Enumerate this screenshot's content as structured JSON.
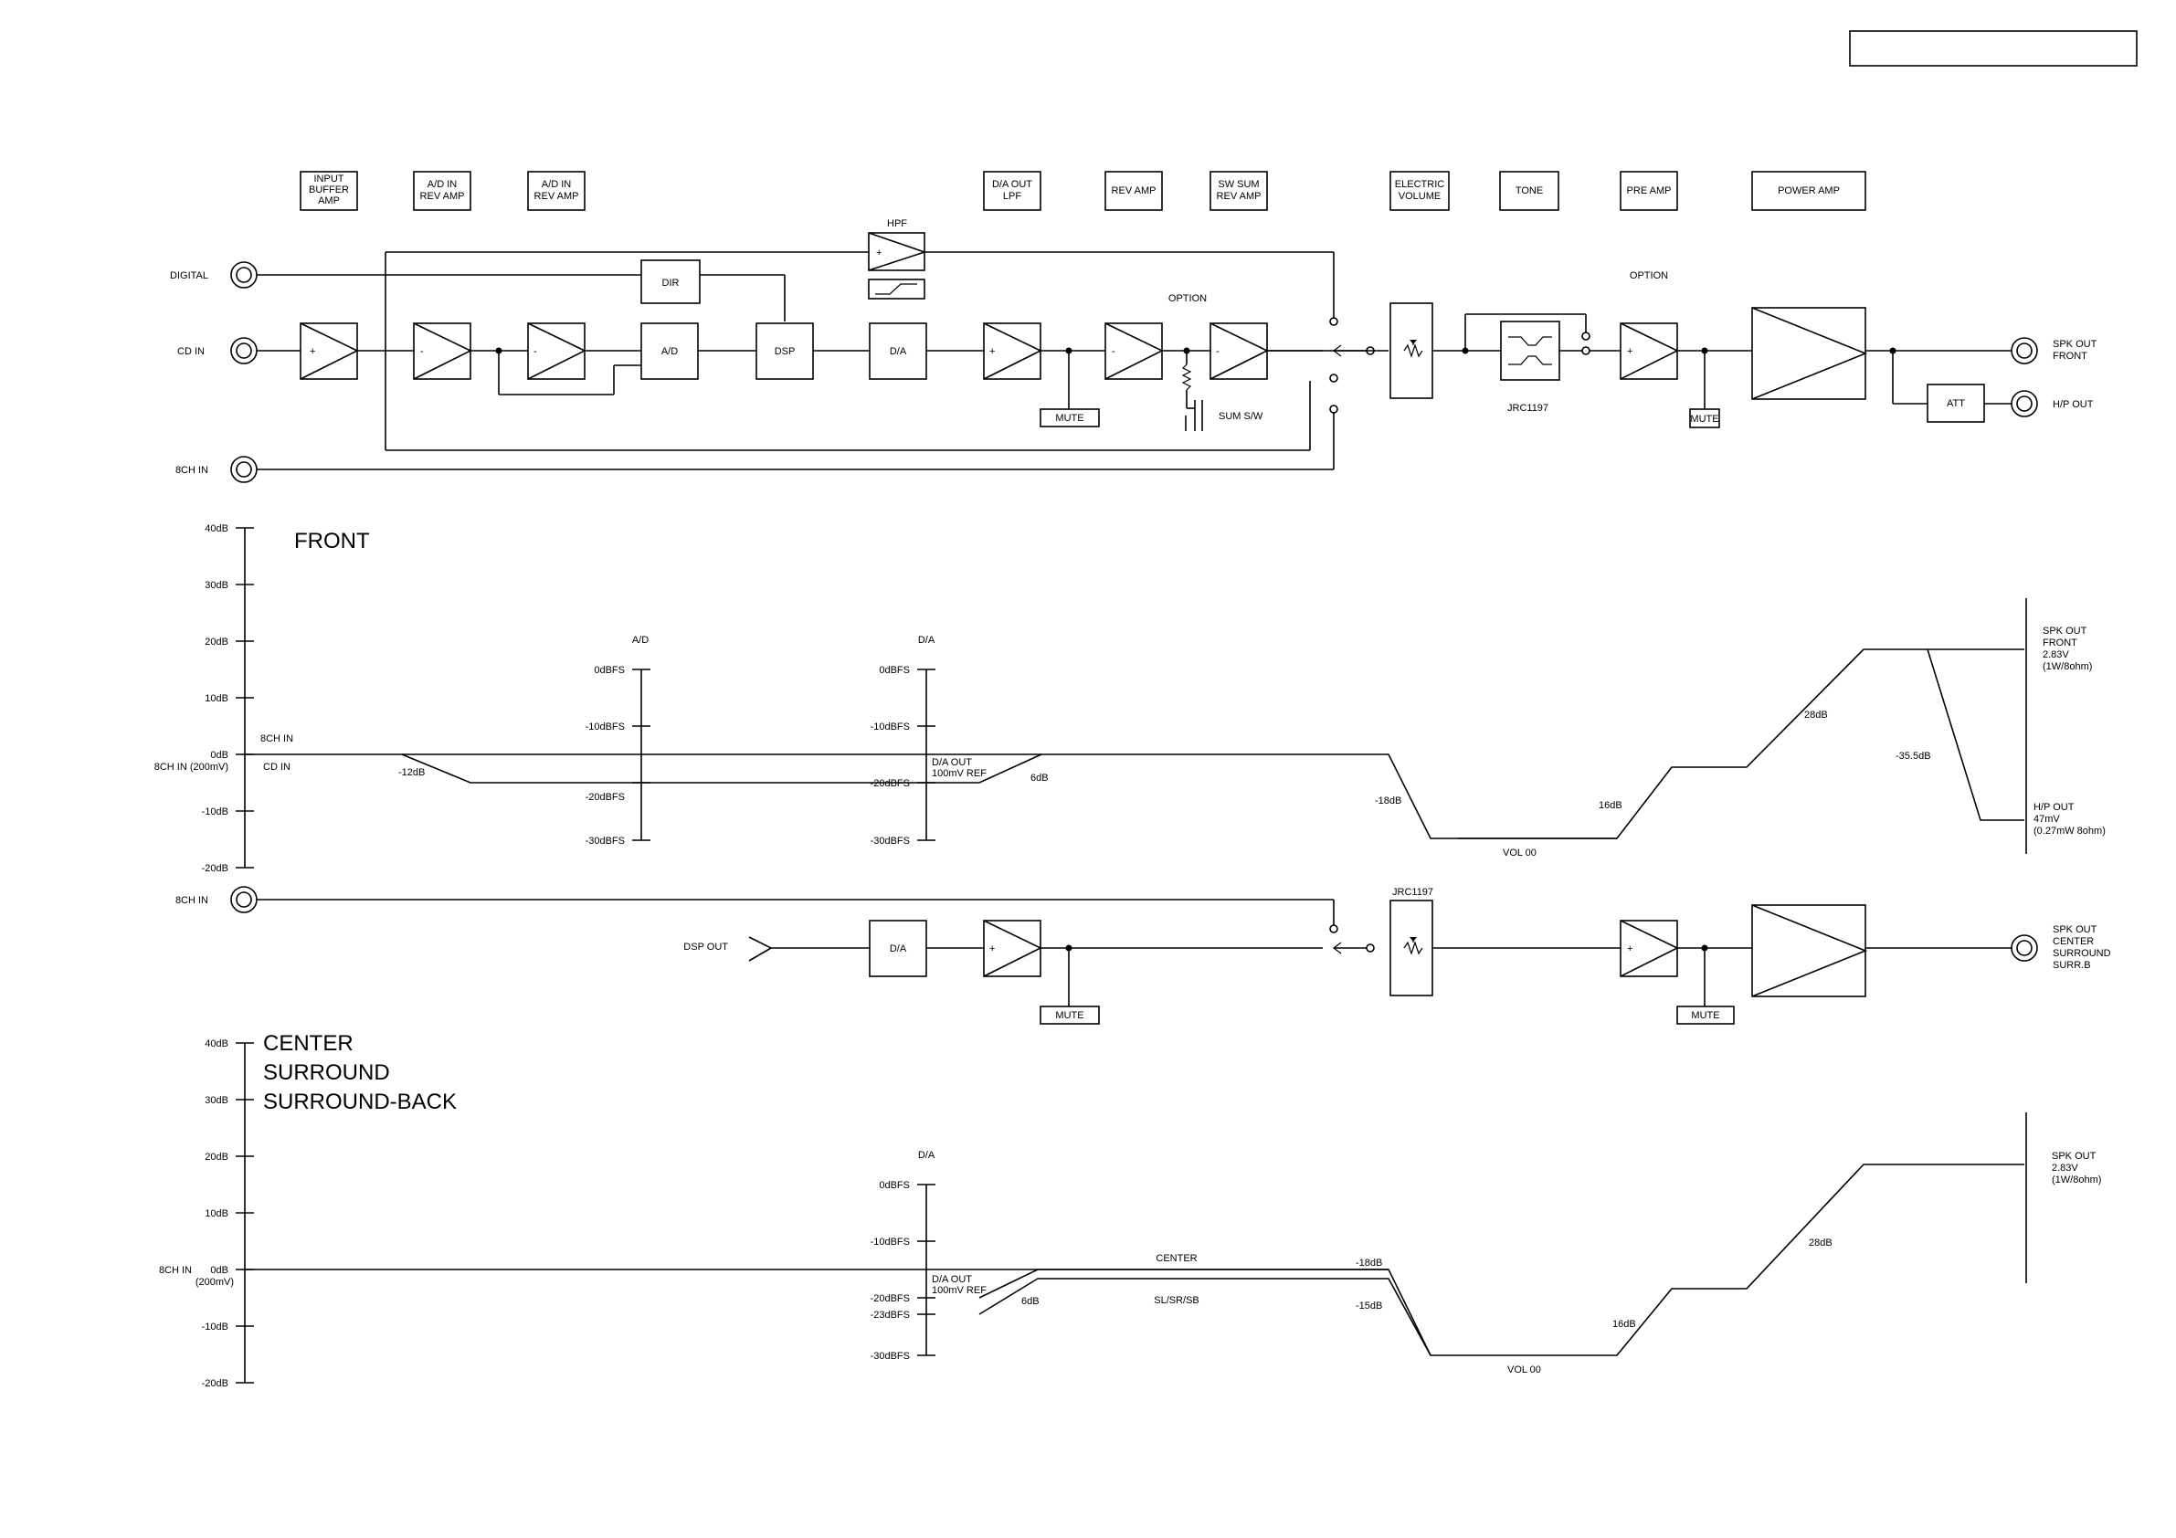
{
  "title_block": "",
  "stage_labels": {
    "input_buffer": [
      "INPUT",
      "BUFFER",
      "AMP"
    ],
    "ad_in_rev_1": [
      "A/D IN",
      "REV AMP"
    ],
    "ad_in_rev_2": [
      "A/D IN",
      "REV AMP"
    ],
    "da_out_lpf": [
      "D/A OUT",
      "LPF"
    ],
    "rev_amp": "REV AMP",
    "sw_sum_rev": [
      "SW SUM",
      "REV AMP"
    ],
    "electric_volume": [
      "ELECTRIC",
      "VOLUME"
    ],
    "tone": "TONE",
    "pre_amp": "PRE AMP",
    "power_amp": "POWER AMP"
  },
  "front_circuit": {
    "digital": "DIGITAL",
    "cd_in": "CD IN",
    "ch8_in": "8CH IN",
    "hpf": "HPF",
    "dir": "DIR",
    "ad": "A/D",
    "dsp": "DSP",
    "da": "D/A",
    "option1": "OPTION",
    "option2": "OPTION",
    "mute1": "MUTE",
    "mute2": "MUTE",
    "sum_sw": "SUM S/W",
    "jrc": "JRC1197",
    "att": "ATT",
    "spk_out": [
      "SPK OUT",
      "FRONT"
    ],
    "hp_out": "H/P OUT",
    "plus": "+",
    "minus": "-"
  },
  "front_level": {
    "title": "FRONT",
    "axis_ticks": [
      "40dB",
      "30dB",
      "20dB",
      "10dB",
      "0dB",
      "-10dB",
      "-20dB"
    ],
    "ch8_in_200mv": "8CH IN (200mV)",
    "ch8_in": "8CH IN",
    "cd_in": "CD IN",
    "minus12": "-12dB",
    "ad_label": "A/D",
    "da_label": "D/A",
    "dbfs_ticks": [
      "0dBFS",
      "-10dBFS",
      "-20dBFS",
      "-30dBFS"
    ],
    "da_out_ref": [
      "D/A OUT",
      "100mV REF"
    ],
    "plus6": "6dB",
    "minus18": "-18dB",
    "vol00": "VOL 00",
    "plus16": "16dB",
    "plus28": "28dB",
    "minus35_5": "-35.5dB",
    "spk_out": [
      "SPK OUT",
      "FRONT",
      "2.83V",
      "(1W/8ohm)"
    ],
    "hp_out": [
      "H/P OUT",
      "47mV",
      "(0.27mW 8ohm)"
    ]
  },
  "center_circuit": {
    "ch8_in": "8CH IN",
    "dsp_out": "DSP OUT",
    "da": "D/A",
    "jrc": "JRC1197",
    "mute1": "MUTE",
    "mute2": "MUTE",
    "spk_out": [
      "SPK OUT",
      "CENTER",
      "SURROUND",
      "SURR.B"
    ],
    "plus": "+"
  },
  "center_level": {
    "titles": [
      "CENTER",
      "SURROUND",
      "SURROUND-BACK"
    ],
    "axis_ticks": [
      "40dB",
      "30dB",
      "20dB",
      "10dB",
      "0dB",
      "-10dB",
      "-20dB"
    ],
    "ch8_in": "8CH IN",
    "mv200": "(200mV)",
    "da_label": "D/A",
    "dbfs_ticks": [
      "0dBFS",
      "-10dBFS",
      "-20dBFS",
      "-30dBFS"
    ],
    "minus23": "-23dBFS",
    "da_out_ref": [
      "D/A OUT",
      "100mV REF"
    ],
    "plus6": "6dB",
    "center": "CENTER",
    "sl_sr_sb": "SL/SR/SB",
    "minus18": "-18dB",
    "minus15": "-15dB",
    "vol00": "VOL 00",
    "plus16": "16dB",
    "plus28": "28dB",
    "spk_out": [
      "SPK OUT",
      "2.83V",
      "(1W/8ohm)"
    ]
  }
}
